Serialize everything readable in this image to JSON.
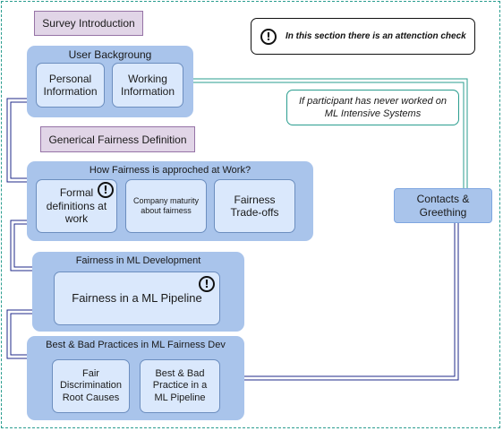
{
  "survey_intro": "Survey Introduction",
  "attention_note": "In this section there is an attenction check",
  "warn_glyph": "!",
  "user_background": {
    "title": "User Backgroung",
    "personal": "Personal Information",
    "working": "Working Information"
  },
  "condition_label": "If participant has never worked on ML Intensive Systems",
  "fairness_definition": "Generical Fairness Definition",
  "fairness_at_work": {
    "title": "How Fairness is approched at Work?",
    "formal": "Formal definitions at work",
    "maturity": "Company maturity about fairness",
    "tradeoffs": "Fairness Trade-offs"
  },
  "ml_development": {
    "title": "Fairness in ML Development",
    "pipeline": "Fairness in a ML Pipeline"
  },
  "practices": {
    "title": "Best & Bad Practices in ML Fairness Dev",
    "root_causes": "Fair Discrimination Root Causes",
    "best_bad": "Best & Bad Practice in a ML Pipeline"
  },
  "contacts": "Contacts & Greething",
  "colors": {
    "group_fill": "#a9c4eb",
    "inner_fill": "#dae8fc",
    "intro_fill": "#e1d5e7",
    "flow_navy": "#1f2a8a",
    "flow_teal": "#2a9d8f"
  }
}
